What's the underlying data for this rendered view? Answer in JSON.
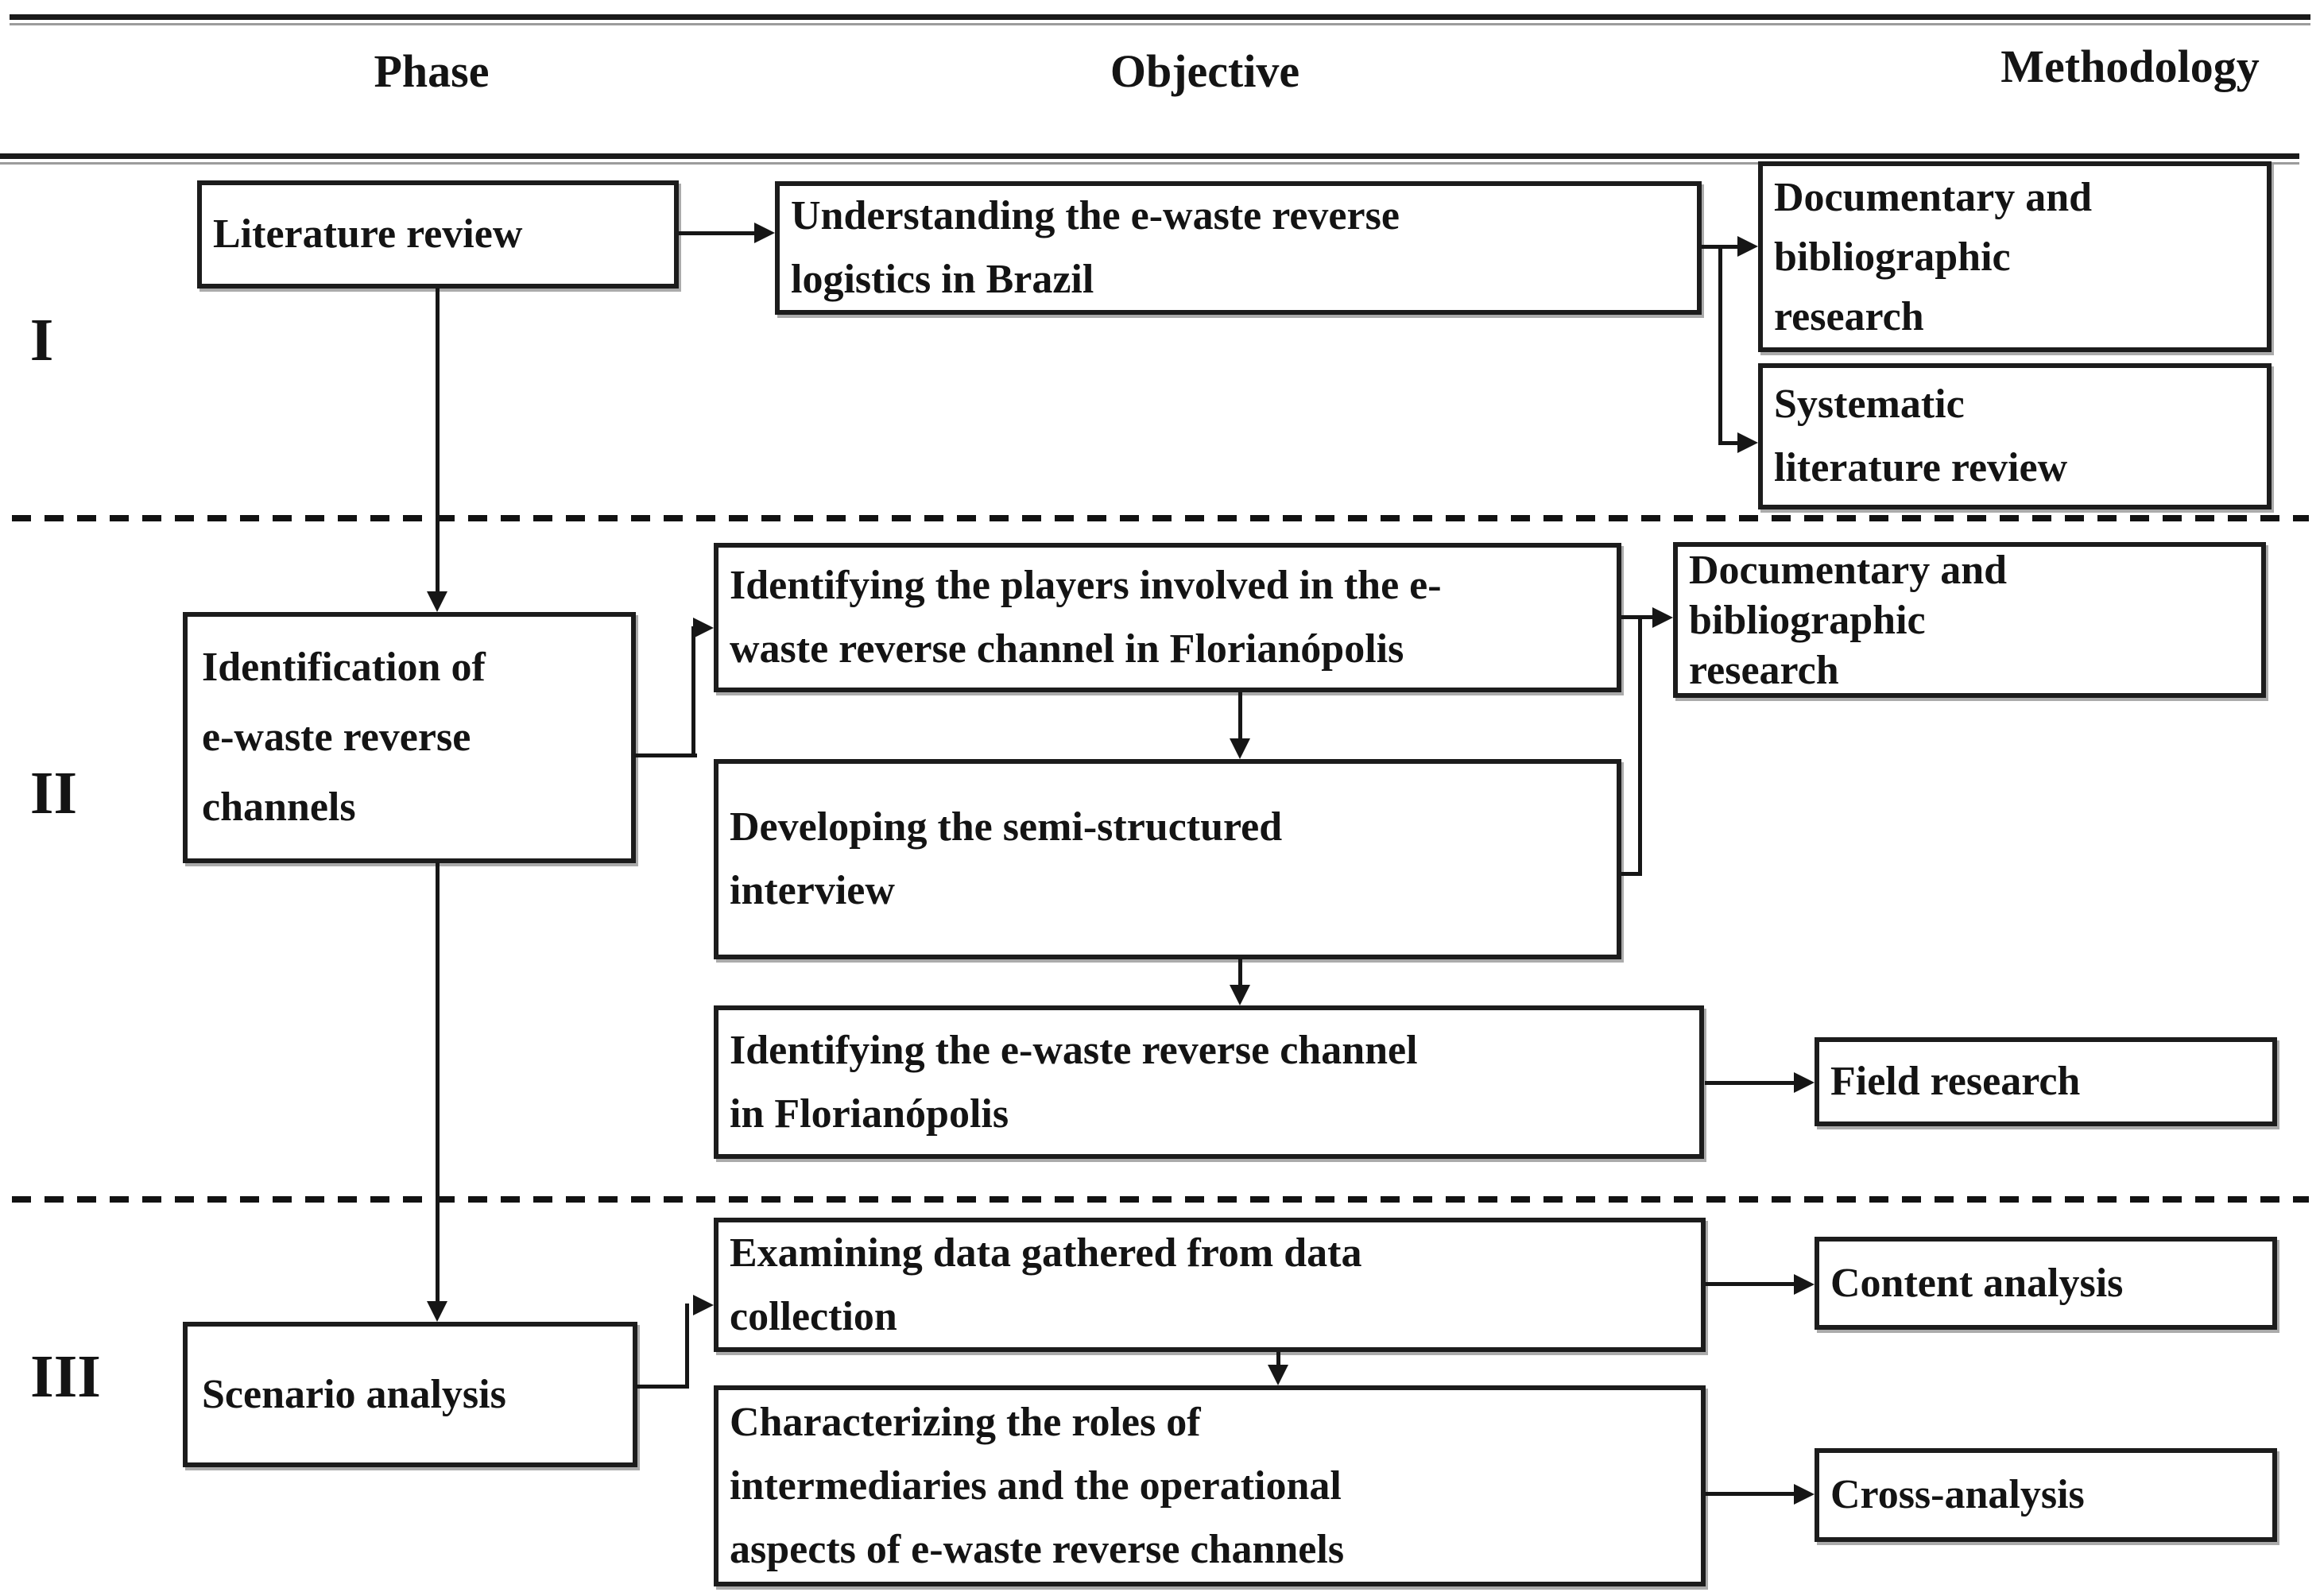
{
  "figure": {
    "colors": {
      "ink": "#1a1a1a",
      "background": "#ffffff"
    },
    "columns": [
      {
        "label": "Phase"
      },
      {
        "label": "Objective"
      },
      {
        "label": "Methodology"
      }
    ],
    "phases": [
      {
        "numeral": "I"
      },
      {
        "numeral": "II"
      },
      {
        "numeral": "III"
      }
    ],
    "boxes": {
      "literature_review": {
        "lines": [
          "Literature review"
        ]
      },
      "identification": {
        "lines": [
          "Identification of",
          "e-waste reverse",
          "channels"
        ]
      },
      "scenario": {
        "lines": [
          "Scenario analysis"
        ]
      },
      "understanding": {
        "lines": [
          "Understanding the e-waste reverse",
          "logistics in Brazil"
        ]
      },
      "players": {
        "lines": [
          "Identifying the players involved in the e-",
          "waste reverse channel in Florianópolis"
        ]
      },
      "developing": {
        "lines": [
          "Developing the semi-structured",
          "interview"
        ]
      },
      "identifying_channel": {
        "lines": [
          "Identifying the e-waste reverse channel",
          "in Florianópolis"
        ]
      },
      "examining": {
        "lines": [
          "Examining data gathered from data",
          "collection"
        ]
      },
      "characterizing": {
        "lines": [
          "Characterizing the roles of",
          "intermediaries and the operational",
          "aspects of e-waste reverse channels"
        ]
      },
      "documentary_1": {
        "lines": [
          "Documentary and",
          "bibliographic",
          "research"
        ]
      },
      "systematic": {
        "lines": [
          "Systematic",
          "literature review"
        ]
      },
      "documentary_2": {
        "lines": [
          "Documentary and",
          "bibliographic",
          "research"
        ]
      },
      "field_research": {
        "lines": [
          "Field research"
        ]
      },
      "content_analysis": {
        "lines": [
          "Content analysis"
        ]
      },
      "cross_analysis": {
        "lines": [
          "Cross-analysis"
        ]
      }
    }
  }
}
